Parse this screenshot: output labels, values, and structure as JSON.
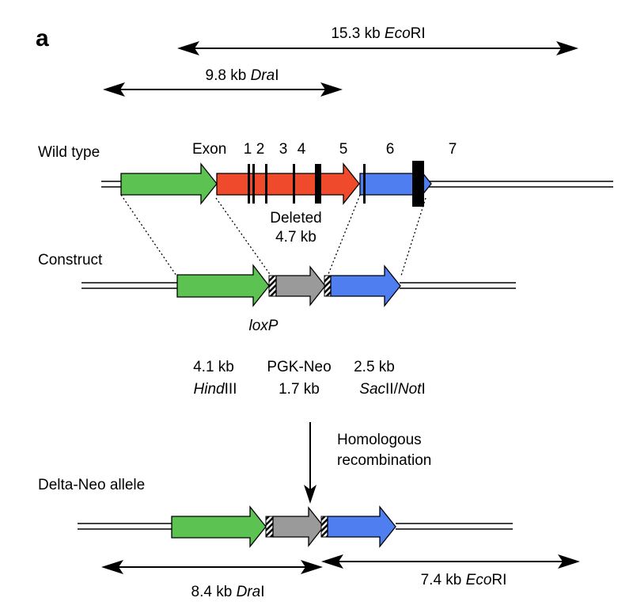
{
  "panel_label": "a",
  "top_markers": {
    "ecori": {
      "size": "15.3 kb ",
      "enzyme_italic": "Eco",
      "enzyme_rest": "RI"
    },
    "drai": {
      "size": "9.8 kb ",
      "enzyme_italic": "Dra",
      "enzyme_rest": "I"
    }
  },
  "wild_type": {
    "label": "Wild type",
    "exon_label": "Exon",
    "exon_numbers": [
      "1",
      "2",
      "3",
      "4",
      "5",
      "6",
      "7"
    ],
    "deleted_label": "Deleted",
    "deleted_size": "4.7 kb"
  },
  "construct": {
    "label": "Construct",
    "loxp_label": "loxP",
    "left_arm": {
      "size": "4.1 kb",
      "enzyme_italic": "Hind",
      "enzyme_rest": "III"
    },
    "neo": {
      "name": "PGK-Neo",
      "size": "1.7 kb"
    },
    "right_arm": {
      "size": "2.5 kb",
      "enzyme1_italic": "Sac",
      "enzyme1_rest": "II/",
      "enzyme2_italic": "Not",
      "enzyme2_rest": "I"
    }
  },
  "recombination": {
    "line1": "Homologous",
    "line2": "recombination"
  },
  "delta_neo": {
    "label": "Delta-Neo allele",
    "drai": {
      "size": "8.4 kb ",
      "enzyme_italic": "Dra",
      "enzyme_rest": "I"
    },
    "ecori": {
      "size": "7.4 kb ",
      "enzyme_italic": "Eco",
      "enzyme_rest": "RI"
    }
  },
  "colors": {
    "green_arm": "#5cc353",
    "red_region": "#ef4a2c",
    "blue_arm": "#4f7ef0",
    "neo_gray": "#9a9a9a",
    "exon_black": "#000000"
  }
}
